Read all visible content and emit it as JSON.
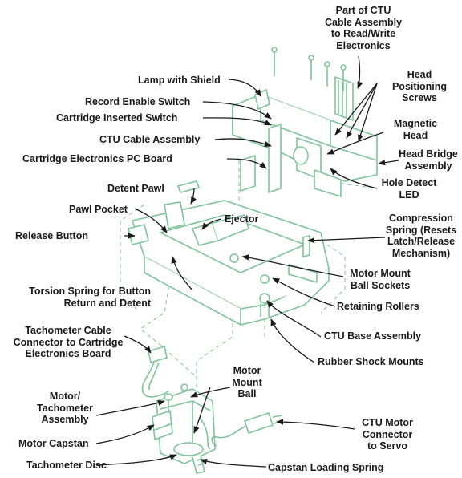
{
  "colors": {
    "drawing": "#7ec49a",
    "drawing_dark": "#4f9a6e",
    "text": "#1a1a1a",
    "leader": "#1a1a1a"
  },
  "labels": {
    "part_of_ctu_cable": "Part of CTU\nCable Assembly\nto Read/Write\nElectronics",
    "lamp_with_shield": "Lamp with Shield",
    "head_positioning_screws": "Head\nPositioning\nScrews",
    "record_enable_switch": "Record Enable Switch",
    "cartridge_inserted_switch": "Cartridge Inserted Switch",
    "magnetic_head": "Magnetic\nHead",
    "ctu_cable_assembly": "CTU Cable Assembly",
    "head_bridge_assembly": "Head Bridge\nAssembly",
    "cartridge_electronics_pc_board": "Cartridge  Electronics  PC Board",
    "detent_pawl": "Detent Pawl",
    "hole_detect_led": "Hole Detect\nLED",
    "pawl_pocket": "Pawl Pocket",
    "ejector": "Ejector",
    "compression_spring": "Compression\nSpring (Resets\nLatch/Release\nMechanism)",
    "release_button": "Release Button",
    "motor_mount_ball_sockets": "Motor Mount\nBall Sockets",
    "torsion_spring": "Torsion Spring for Button\nReturn and Detent",
    "retaining_rollers": "Retaining Rollers",
    "ctu_base_assembly": "CTU Base Assembly",
    "tachometer_cable_connector": "Tachometer Cable\nConnector to Cartridge\nElectronics Board",
    "rubber_shock_mounts": "Rubber Shock Mounts",
    "motor_mount_ball": "Motor\nMount Ball",
    "motor_tachometer_assembly": "Motor/\nTachometer\nAssembly",
    "ctu_motor_connector": "CTU Motor\nConnector\nto Servo",
    "motor_capstan": "Motor Capstan",
    "tachometer_disc": "Tachometer Disc",
    "capstan_loading_spring": "Capstan Loading Spring"
  }
}
